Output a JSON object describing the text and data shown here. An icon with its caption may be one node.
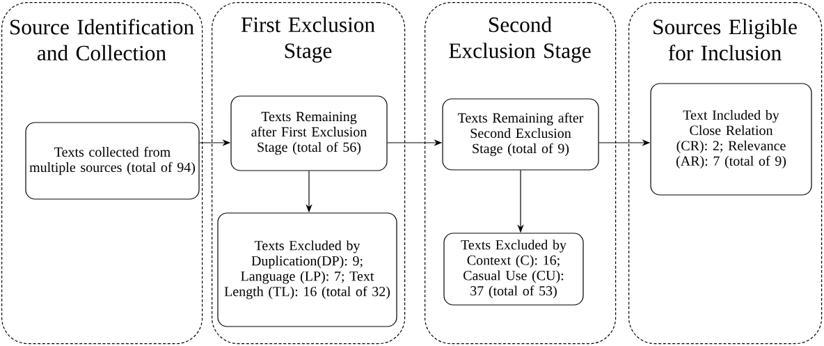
{
  "diagram": {
    "nodes": [
      {
        "text": [
          "Source Identification and Collection"
        ]
      },
      {
        "text": [
          "Texts collected from multiple sources (total of 94)"
        ],
        "in": 0
      },
      {
        "text": [
          "First Exclusion Stage"
        ]
      },
      {
        "text": [
          "Texts Remaining after First Exclusion Stage (total of 56)"
        ],
        "in": 2
      },
      {
        "text": [
          "Texts Excluded by Duplication(DP): 9; Language (LP): 7; Text Length (TL): 16 (total of 32)"
        ],
        "in": 2
      },
      {
        "text": [
          "Second Exclusion Stage"
        ]
      },
      {
        "text": [
          "Texts Remaining after Second Exclusion Stage (total of 9)"
        ],
        "in": 5
      },
      {
        "text": [
          "Texts Excluded by Context (C): 16; Casual Use (CU): 37 (total of 53)"
        ],
        "in": 5
      },
      {
        "text": [
          "Sources Eligible for Inclusion"
        ]
      },
      {
        "text": [
          "Text Included by Close Relation (CR): 2; Relevance (AR): 7 (total of 9)"
        ],
        "in": 8
      }
    ],
    "edges": [
      {
        "from": 1,
        "to": 3,
        "arrow": "to"
      },
      {
        "from": 3,
        "to": 4,
        "arrow": "to"
      },
      {
        "from": 3,
        "to": 6,
        "arrow": "to"
      },
      {
        "from": 6,
        "to": 7,
        "arrow": "to"
      },
      {
        "from": 6,
        "to": 9,
        "arrow": "to"
      }
    ]
  }
}
